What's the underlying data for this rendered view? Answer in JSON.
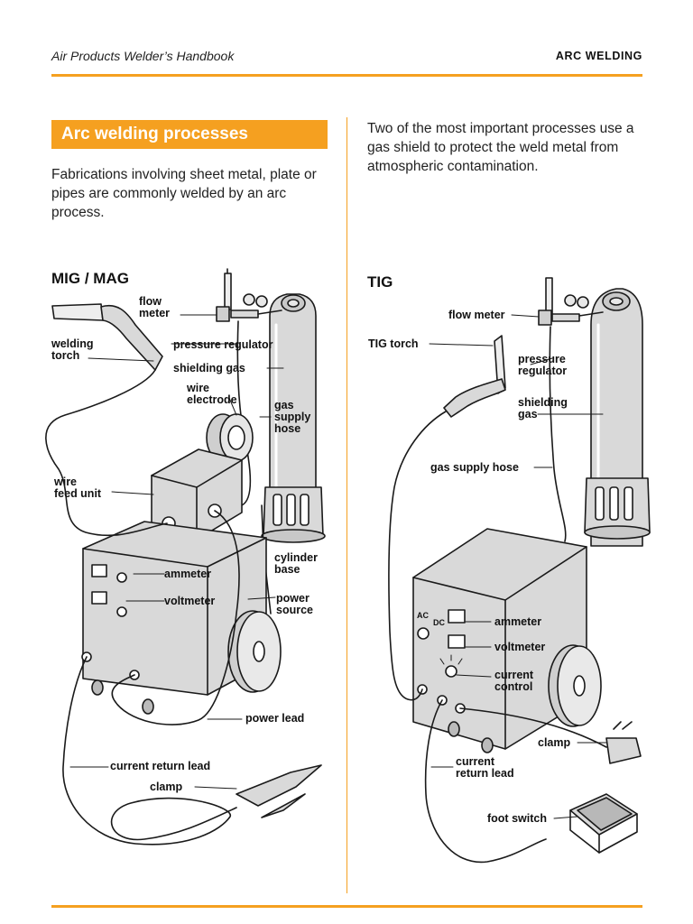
{
  "header": {
    "book_title": "Air Products Welder’s Handbook",
    "section": "ARC WELDING"
  },
  "main": {
    "title": "Arc welding processes",
    "intro_left": "Fabrications involving sheet metal, plate or pipes are commonly welded by an arc process.",
    "intro_right": "Two of the most important processes use a gas shield to protect the weld metal from atmospheric contamination."
  },
  "mig": {
    "title": "MIG / MAG",
    "labels": {
      "flow_meter": "flow\nmeter",
      "welding_torch": "welding\ntorch",
      "pressure_regulator": "pressure regulator",
      "shielding_gas": "shielding gas",
      "wire_electrode": "wire\nelectrode",
      "gas_supply_hose": "gas\nsupply\nhose",
      "wire_feed_unit": "wire\nfeed unit",
      "cylinder_base": "cylinder\nbase",
      "ammeter": "ammeter",
      "voltmeter": "voltmeter",
      "power_source": "power\nsource",
      "power_lead": "power lead",
      "current_return_lead": "current return lead",
      "clamp": "clamp"
    }
  },
  "tig": {
    "title": "TIG",
    "labels": {
      "flow_meter": "flow meter",
      "tig_torch": "TIG torch",
      "pressure_regulator": "pressure\nregulator",
      "shielding_gas": "shielding\ngas",
      "gas_supply_hose": "gas supply hose",
      "ammeter": "ammeter",
      "voltmeter": "voltmeter",
      "current_control": "current\ncontrol",
      "clamp": "clamp",
      "current_return_lead": "current\nreturn lead",
      "foot_switch": "foot switch",
      "ac": "AC",
      "dc": "DC"
    }
  },
  "colors": {
    "accent": "#f5a020",
    "equipment_fill": "#d9d9d9",
    "line": "#1a1a1a"
  }
}
